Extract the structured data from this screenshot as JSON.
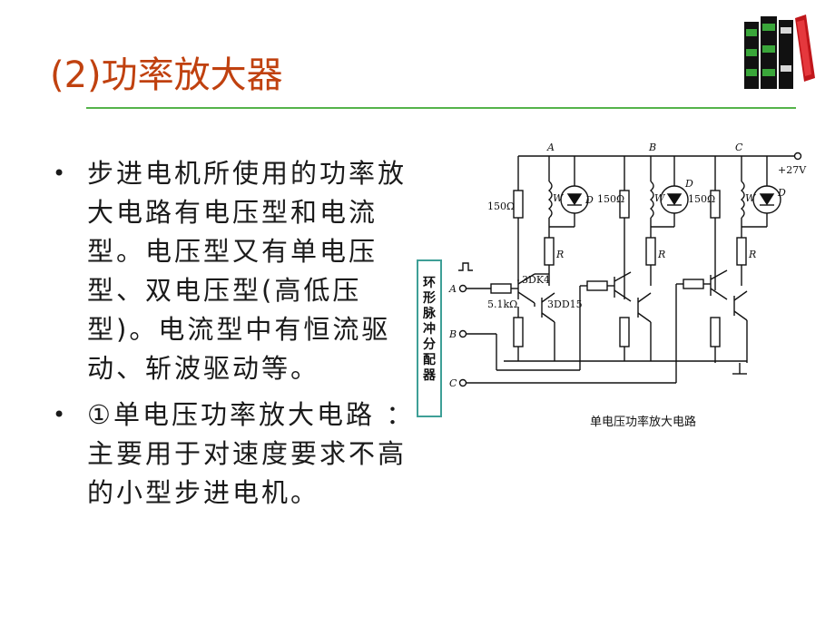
{
  "slide": {
    "title": "(2)功率放大器",
    "bullets": [
      {
        "marker": "•",
        "text": "步进电机所使用的功率放大电路有电压型和电流型。电压型又有单电压型、双电压型(高低压型)。电流型中有恒流驱动、斩波驱动等。"
      },
      {
        "marker": "•",
        "text": "①单电压功率放大电路 ：主要用于对速度要求不高的小型步进电机。"
      }
    ]
  },
  "diagram": {
    "distributor_label": "环形脉冲分配器",
    "caption": "单电压功率放大电路",
    "labels": {
      "phase_a": "A",
      "phase_b": "B",
      "phase_c": "C",
      "supply": "+27V",
      "res_base_a": "150Ω",
      "res_base_b": "150Ω",
      "res_base_c": "150Ω",
      "coil_a": "W",
      "coil_b": "W",
      "coil_c": "W",
      "diode_a": "D",
      "diode_b": "D",
      "diode_c": "D",
      "res_r_a": "R",
      "res_r_b": "R",
      "res_r_c": "R",
      "transistor_1": "3DK4",
      "transistor_2": "3DD15",
      "res_input": "5.1kΩ",
      "input_a": "A",
      "input_b": "B",
      "input_c": "C"
    }
  },
  "colors": {
    "title": "#c0410f",
    "rule": "#55b34a",
    "distributor_border": "#3e9f97"
  }
}
